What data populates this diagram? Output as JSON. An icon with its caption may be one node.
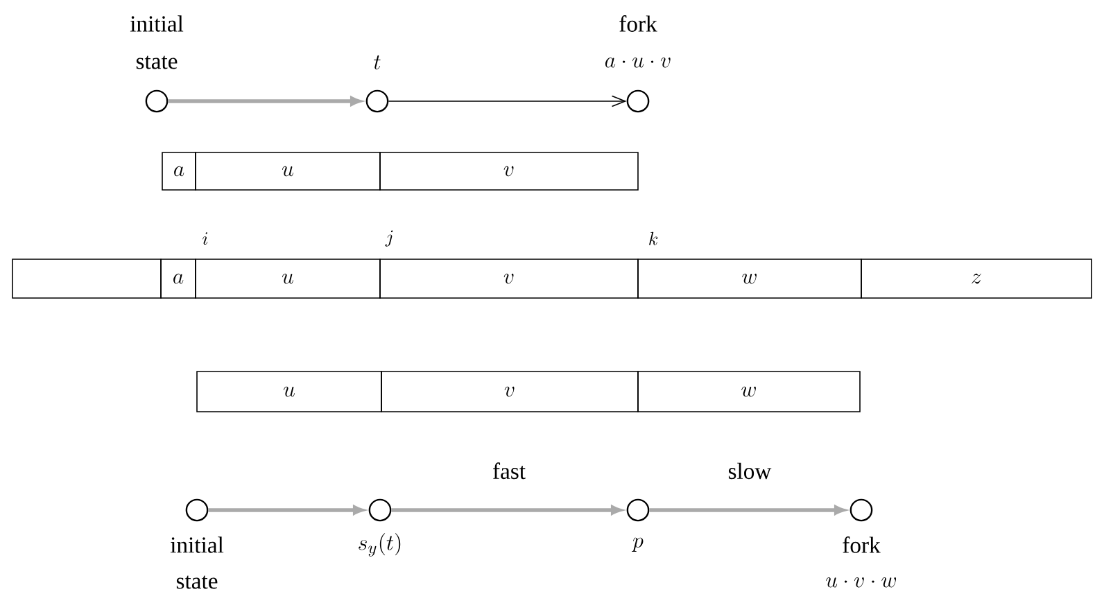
{
  "diagram": {
    "nodes": [
      {
        "text": [],
        "shape": "circle",
        "beside": [
          "initial",
          "state"
        ]
      },
      {
        "text": [],
        "shape": "circle",
        "beside": [
          "t"
        ]
      },
      {
        "text": [],
        "shape": "circle",
        "beside": [
          "fork",
          "a \\cdot u \\cdot v"
        ]
      },
      {
        "text": [
          "a"
        ]
      },
      {
        "text": [
          "u"
        ]
      },
      {
        "text": [
          "v"
        ]
      },
      {
        "text": [],
        "shape": "box"
      },
      {
        "text": [
          "a"
        ]
      },
      {
        "text": [
          "u"
        ]
      },
      {
        "text": [
          "v"
        ]
      },
      {
        "text": [
          "w"
        ]
      },
      {
        "text": [
          "z"
        ]
      },
      {
        "text": [
          "u"
        ]
      },
      {
        "text": [
          "v"
        ]
      },
      {
        "text": [
          "w"
        ]
      },
      {
        "text": [],
        "shape": "circle",
        "beside": [
          "initial",
          "state"
        ]
      },
      {
        "text": [],
        "shape": "circle",
        "beside": [
          "s_y(t)"
        ]
      },
      {
        "text": [],
        "shape": "circle",
        "beside": [
          "p"
        ]
      },
      {
        "text": [],
        "shape": "circle",
        "beside": [
          "fork",
          "u \\cdot v \\cdot w"
        ]
      }
    ],
    "edges": [
      {
        "from": 0,
        "to": 1,
        "arrow": "to"
      },
      {
        "from": 1,
        "to": 2,
        "arrow": "to",
        "color": "#000000"
      },
      {
        "from": 15,
        "to": 16,
        "arrow": "to"
      },
      {
        "from": 16,
        "to": 17,
        "arrow": "to",
        "label": "fast"
      },
      {
        "from": 17,
        "to": 18,
        "arrow": "to",
        "label": "slow"
      }
    ],
    "labels": [
      "i",
      "j",
      "k"
    ]
  }
}
